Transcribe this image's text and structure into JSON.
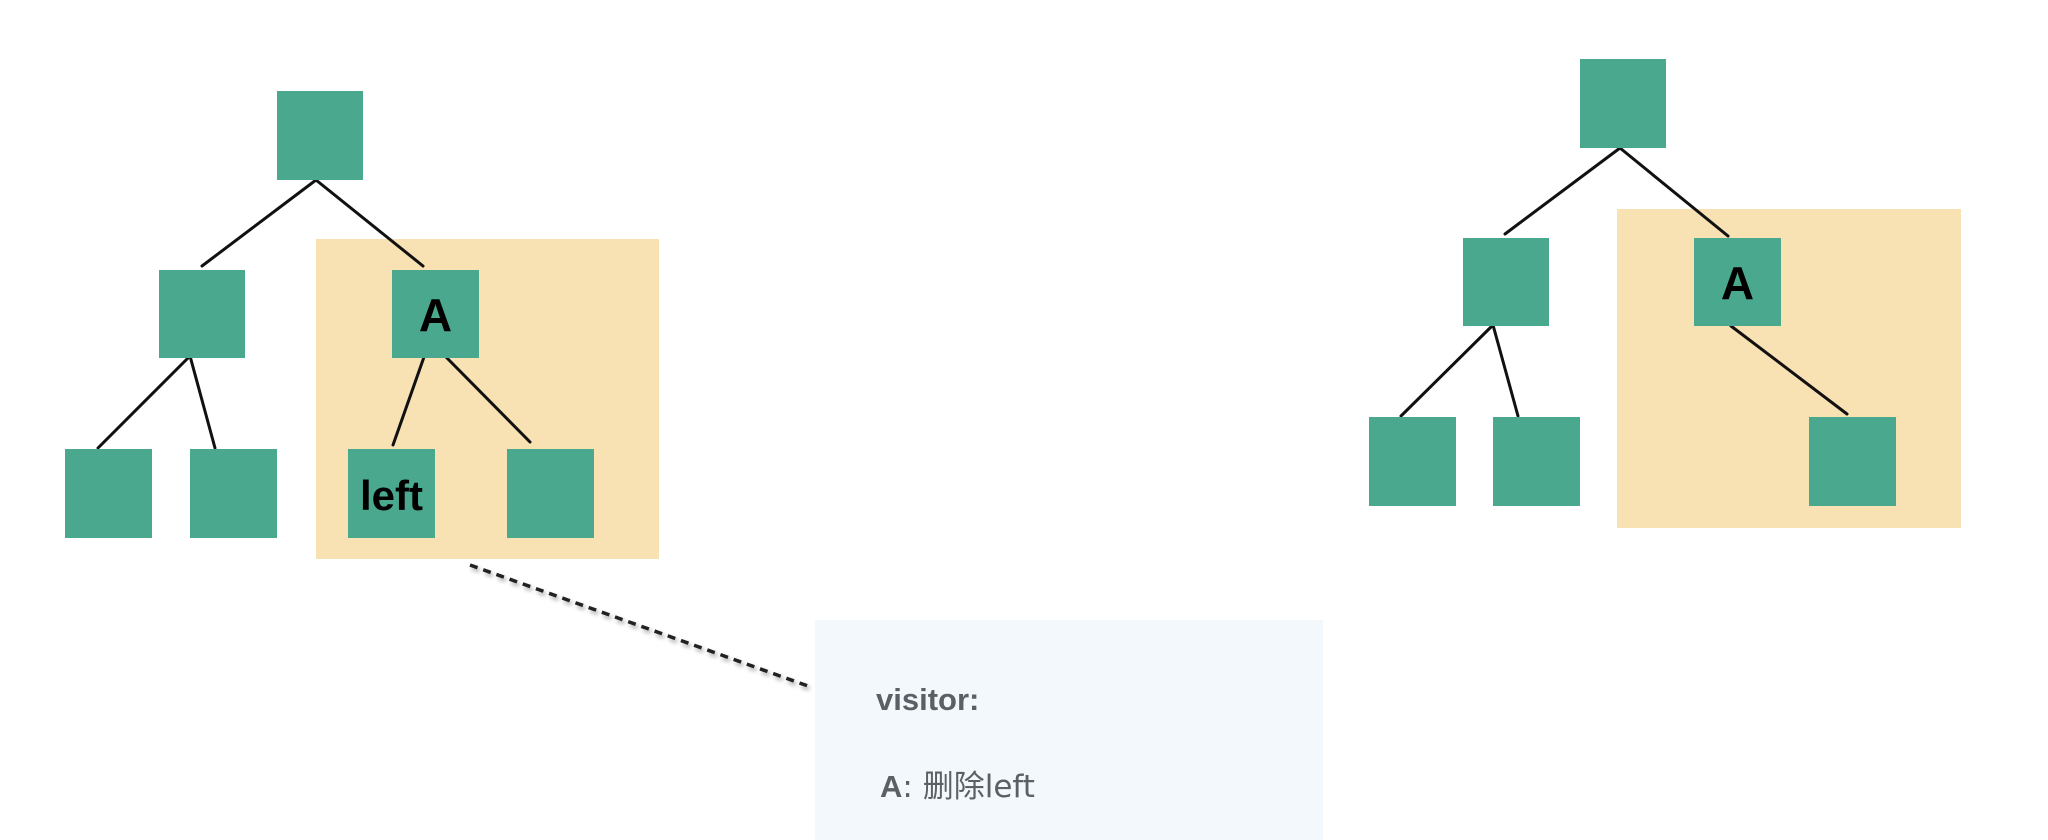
{
  "colors": {
    "node": "#4aa88f",
    "highlight": "#f8e1b3",
    "note_bg": "#f2f8fb",
    "edge": "#111111",
    "dash": "#222222",
    "text_muted": "#5b6066"
  },
  "left_tree": {
    "node_a_label": "A",
    "node_left_label": "left"
  },
  "right_tree": {
    "node_a_label": "A"
  },
  "note": {
    "title": "visitor:",
    "line_key": "A",
    "line_sep": ": ",
    "line_text": "删除left"
  }
}
